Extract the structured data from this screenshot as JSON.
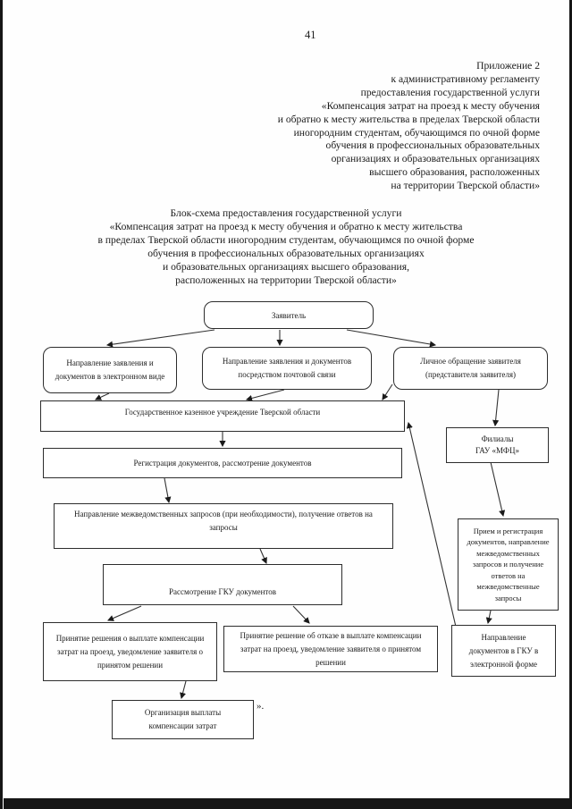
{
  "page": {
    "number": "41",
    "appendix_lines": [
      "Приложение 2",
      "к административному регламенту",
      "предоставления государственной услуги",
      "«Компенсация затрат на проезд к месту обучения",
      "и обратно к месту жительства в пределах Тверской области",
      "иногородним студентам, обучающимся по очной форме",
      "обучения в профессиональных образовательных",
      "организациях и образовательных организациях",
      "высшего образования, расположенных",
      "на территории Тверской области»"
    ],
    "title_lines": [
      "Блок-схема предоставления государственной услуги",
      "«Компенсация затрат на проезд к месту обучения и обратно к месту жительства",
      "в пределах Тверской области иногородним студентам, обучающимся по очной форме",
      "обучения в профессиональных образовательных организациях",
      "и образовательных организациях высшего образования,",
      "расположенных на территории Тверской области»"
    ],
    "closing_mark": "»."
  },
  "flowchart": {
    "applicant": "Заявитель",
    "electronic": "Направление заявления и документов в электронном виде",
    "mail": "Направление заявления и документов посредством почтовой связи",
    "personal": "Личное обращение заявителя (представителя заявителя)",
    "gku": "Государственное казенное учреждение Тверской области",
    "registration": "Регистрация документов, рассмотрение документов",
    "interagency": "Направление межведомственных запросов (при необходимости), получение ответов на запросы",
    "filials_line1": "Филиалы",
    "filials_line2": "ГАУ «МФЦ»",
    "reception": "Прием и регистрация документов, направление межведомственных запросов и получение ответов на межведомственные запросы",
    "review": "Рассмотрение ГКУ документов",
    "approve": "Принятие решения о выплате компенсации затрат на проезд, уведомление заявителя о принятом решении",
    "reject": "Принятие решение об отказе в выплате компенсации затрат на проезд, уведомление заявителя о принятом решении",
    "send_gku": "Направление документов в ГКУ в электронной форме",
    "payment": "Организация выплаты компенсации затрат"
  }
}
